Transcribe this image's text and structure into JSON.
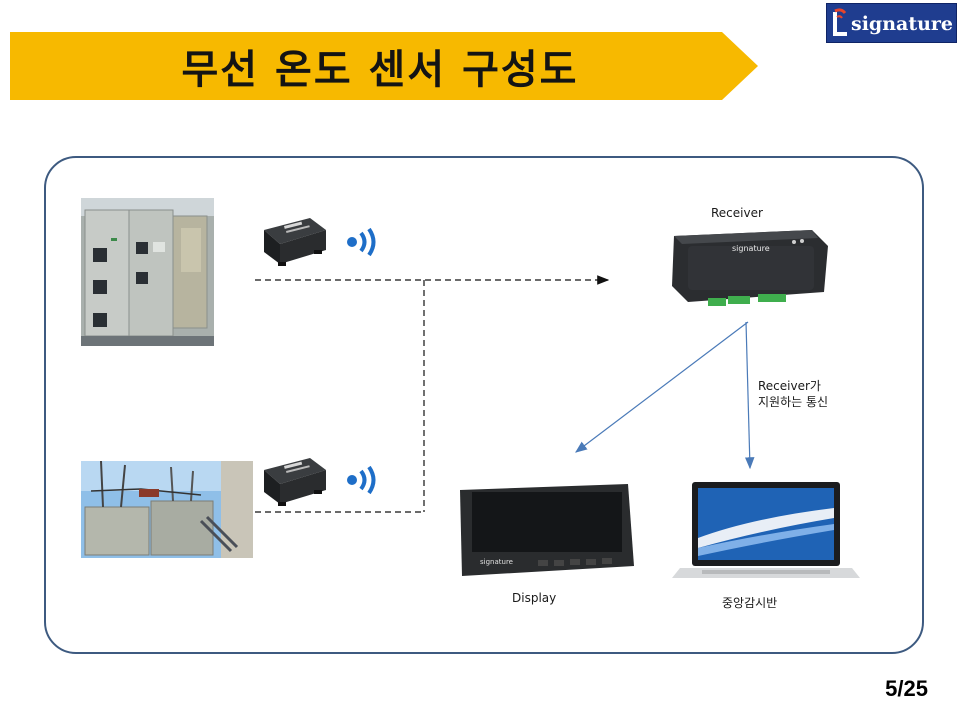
{
  "header": {
    "title": "무선 온도 센서 구성도",
    "banner_color": "#f7b900",
    "logo": {
      "text": "signature",
      "bg_color": "#1f3d8f"
    }
  },
  "diagram": {
    "receiver_label": "Receiver",
    "comm_label": "Receiver가\n지원하는 통신",
    "display_label": "Display",
    "monitor_label": "중앙감시반",
    "frame_color": "#3d5a80",
    "arrow_color": "#4a7ab8",
    "icons": [
      "switchgear-photo",
      "substation-photo",
      "sensor-device",
      "wireless-signal-icon",
      "receiver-device",
      "display-device",
      "laptop-device"
    ]
  },
  "footer": {
    "page": "5/25"
  }
}
